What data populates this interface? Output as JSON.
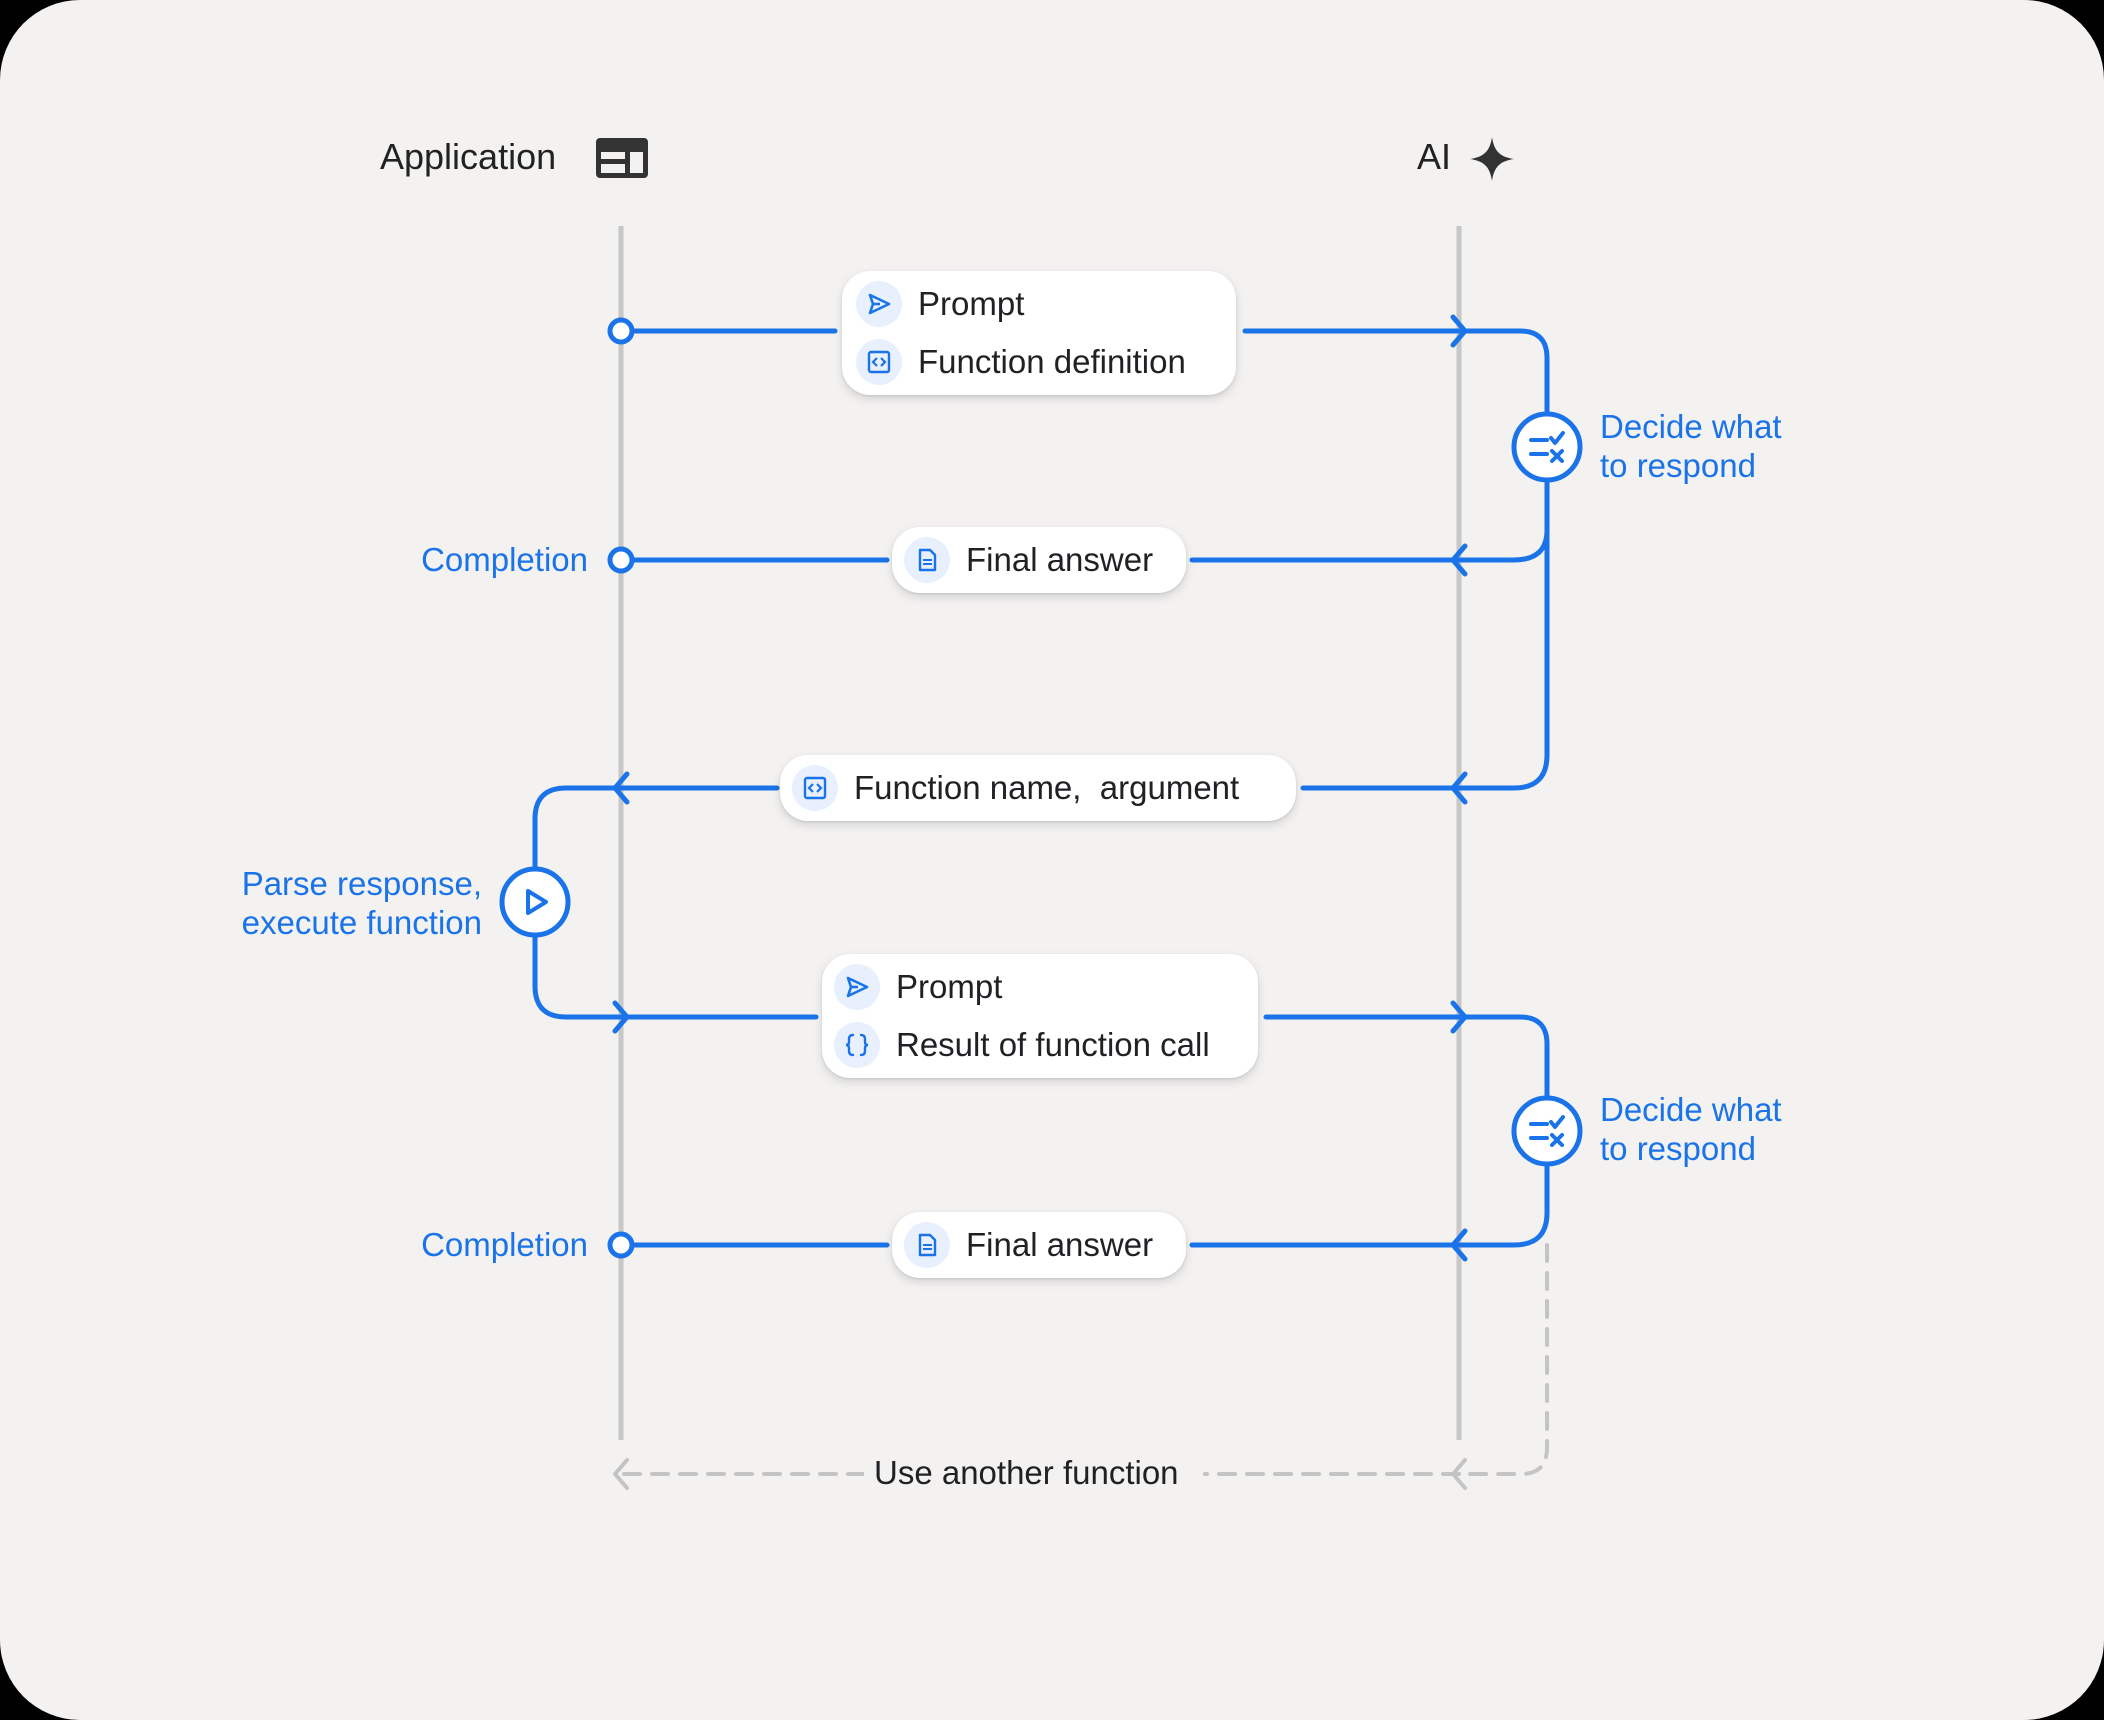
{
  "lanes": {
    "application": {
      "label": "Application",
      "icon": "application-window-icon"
    },
    "ai": {
      "label": "AI",
      "icon": "sparkle-icon"
    }
  },
  "messages": [
    {
      "items": [
        {
          "icon": "send-icon",
          "text": "Prompt"
        },
        {
          "icon": "code-icon",
          "text": "Function definition"
        }
      ]
    },
    {
      "items": [
        {
          "icon": "document-icon",
          "text": "Final answer"
        }
      ]
    },
    {
      "items": [
        {
          "icon": "code-icon",
          "text": "Function name,  argument"
        }
      ]
    },
    {
      "items": [
        {
          "icon": "send-icon",
          "text": "Prompt"
        },
        {
          "icon": "braces-icon",
          "text": "Result of function call"
        }
      ]
    },
    {
      "items": [
        {
          "icon": "document-icon",
          "text": "Final answer"
        }
      ]
    }
  ],
  "labels": {
    "completion_1": "Completion",
    "completion_2": "Completion",
    "decide_1": [
      "Decide what",
      "to respond"
    ],
    "decide_2": [
      "Decide what",
      "to respond"
    ],
    "parse": [
      "Parse response,",
      "execute function"
    ],
    "use_another": "Use another function"
  },
  "colors": {
    "accent": "#1a73e8",
    "lifeline": "#c7c7c7",
    "dashed": "#c4c4c4",
    "background": "#f3f2f1",
    "icon_bg": "#e8f0fe"
  }
}
